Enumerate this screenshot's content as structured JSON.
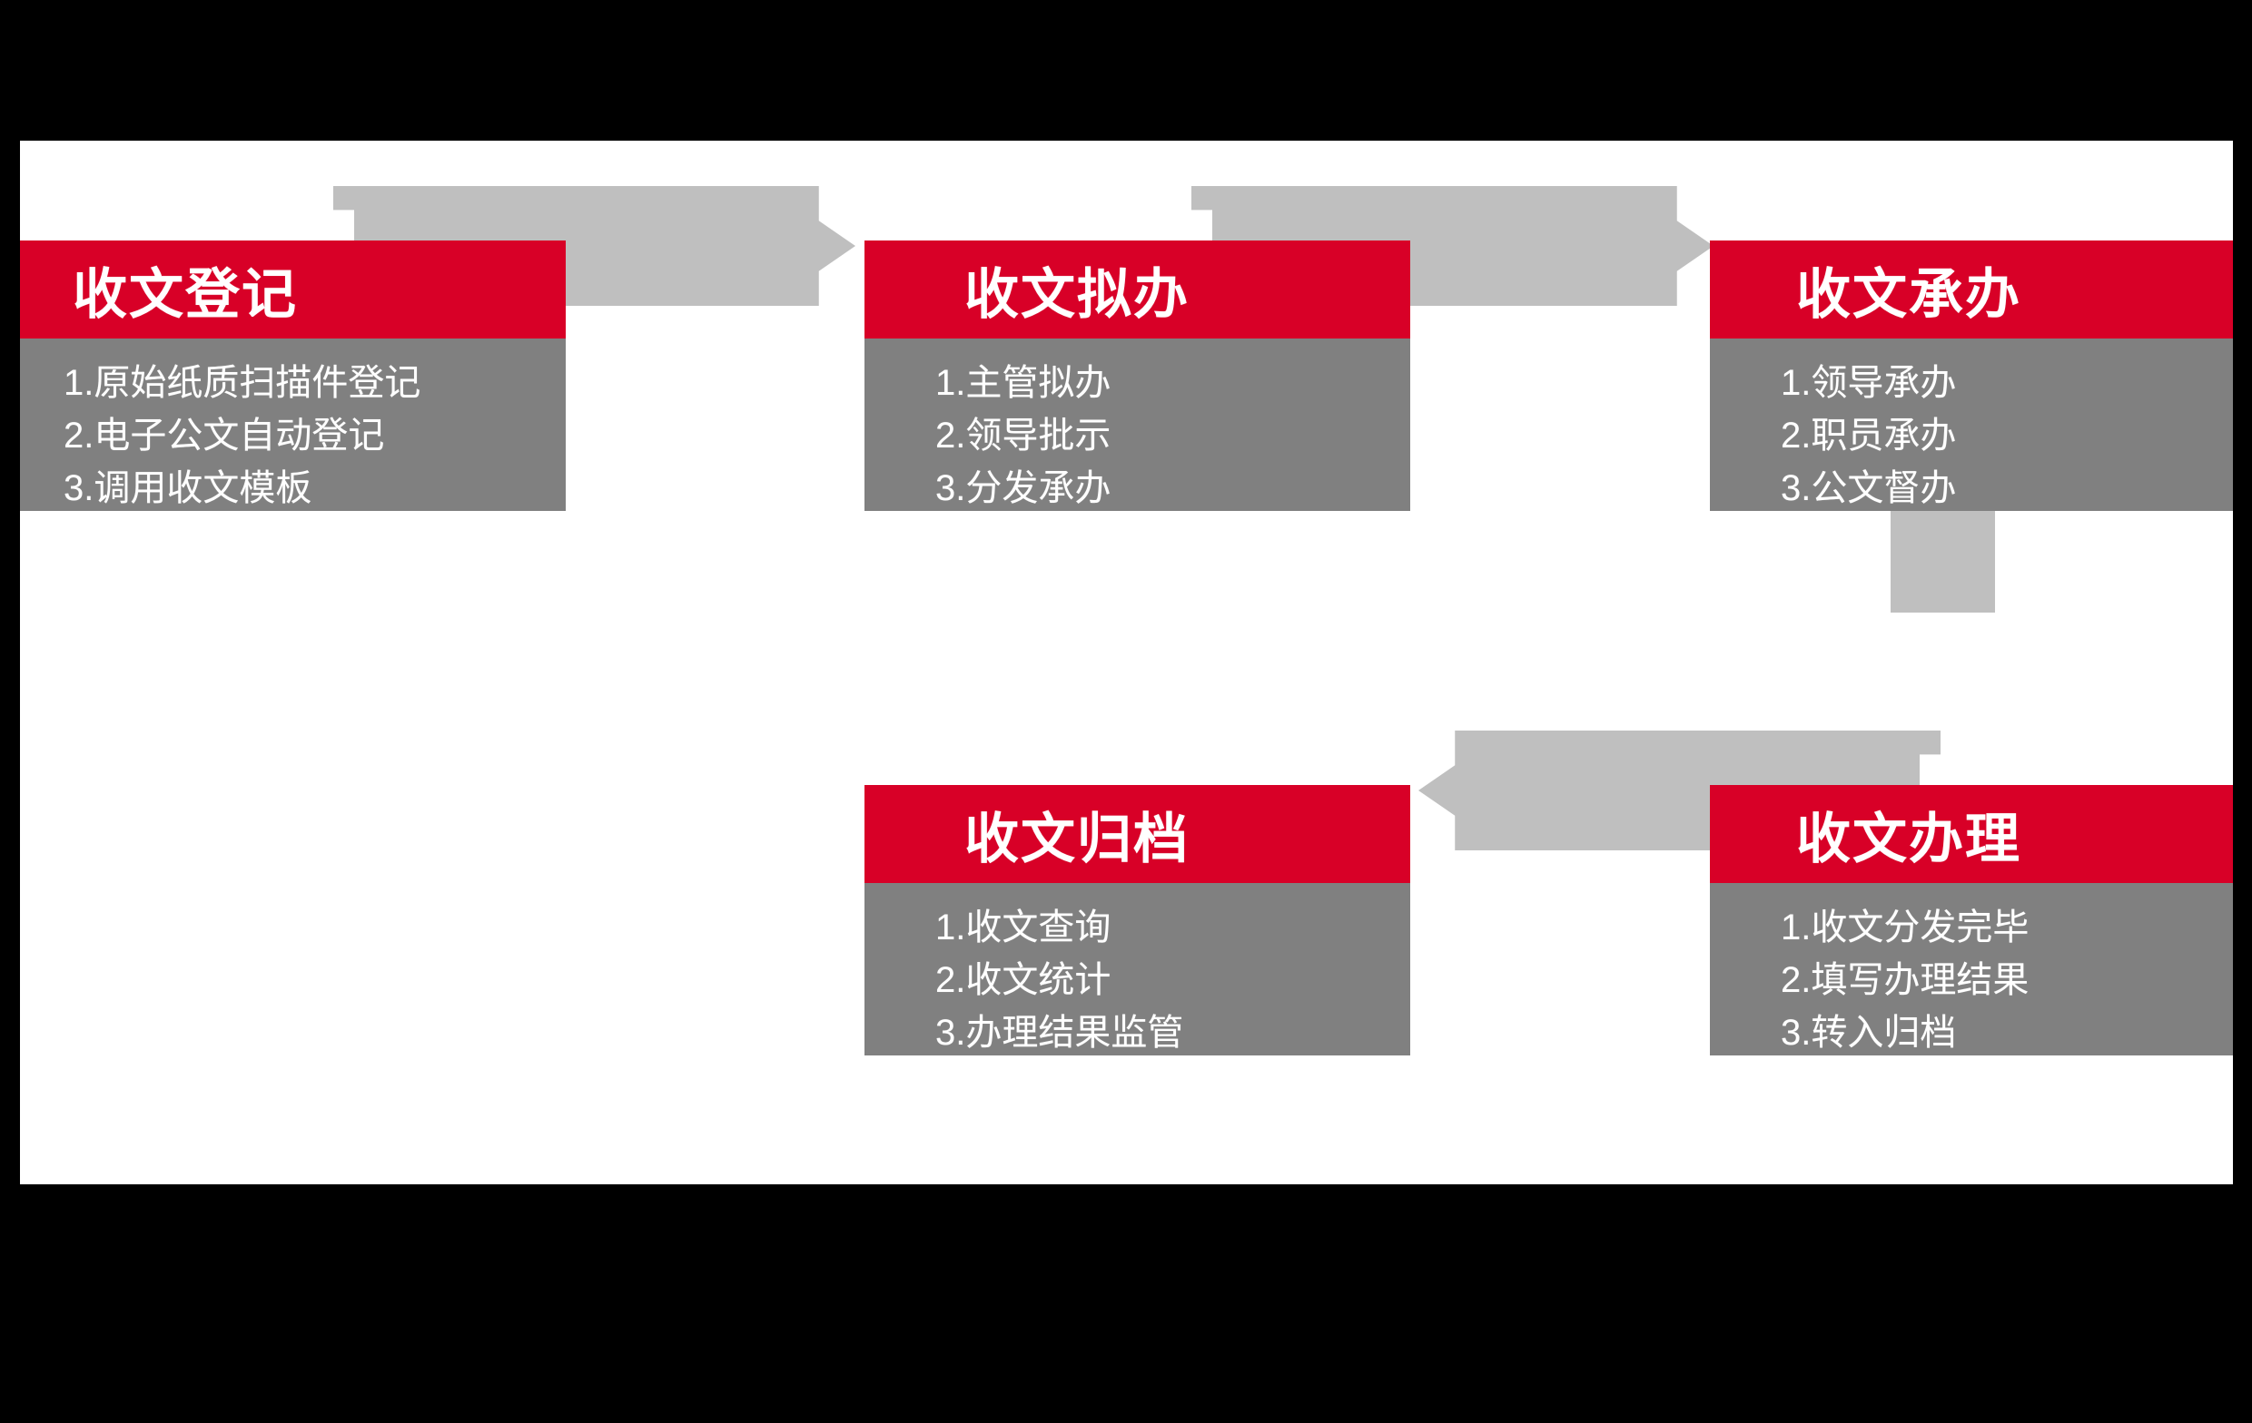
{
  "slide": {
    "background_color": "#000000",
    "canvas_color": "#ffffff",
    "accent_red": "#D80027",
    "body_gray": "#808080",
    "arrow_gray": "#BFBFBF"
  },
  "cards": [
    {
      "id": "card-1",
      "title": "收文登记",
      "items": [
        "1.原始纸质扫描件登记",
        "2.电子公文自动登记",
        "3.调用收文模板"
      ]
    },
    {
      "id": "card-2",
      "title": "收文拟办",
      "items": [
        "1.主管拟办",
        "2.领导批示",
        "3.分发承办"
      ]
    },
    {
      "id": "card-3",
      "title": "收文承办",
      "items": [
        "1.领导承办",
        "2.职员承办",
        "3.公文督办"
      ]
    },
    {
      "id": "card-4",
      "title": "收文归档",
      "items": [
        "1.收文查询",
        "2.收文统计",
        "3.办理结果监管"
      ]
    },
    {
      "id": "card-5",
      "title": "收文办理",
      "items": [
        "1.收文分发完毕",
        "2.填写办理结果",
        "3.转入归档"
      ]
    }
  ],
  "arrows": [
    {
      "id": "arrow-1",
      "direction": "right",
      "from": "收文登记",
      "to": "收文拟办"
    },
    {
      "id": "arrow-2",
      "direction": "right",
      "from": "收文拟办",
      "to": "收文承办"
    },
    {
      "id": "arrow-3",
      "direction": "down",
      "from": "收文承办",
      "to": "收文办理"
    },
    {
      "id": "arrow-4",
      "direction": "left",
      "from": "收文办理",
      "to": "收文归档"
    }
  ]
}
